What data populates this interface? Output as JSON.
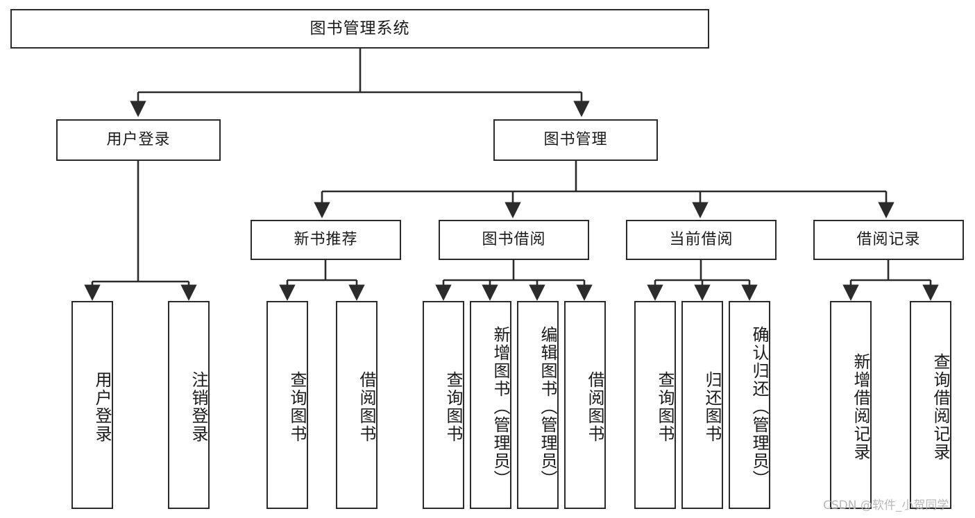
{
  "diagram": {
    "title": "图书管理系统",
    "type": "tree-hierarchy",
    "watermark": "CSDN @软件_小贺同学",
    "colors": {
      "box_border": "#2b2b2b",
      "box_fill": "#ffffff",
      "edge": "#2b2b2b",
      "text": "#1a1a1a",
      "watermark": "#b9b9b9",
      "background": "#ffffff"
    }
  },
  "nodes": {
    "root": {
      "label": "图书管理系统"
    },
    "level2": [
      {
        "label": "用户登录"
      },
      {
        "label": "图书管理"
      }
    ],
    "level3": [
      {
        "label": "新书推荐"
      },
      {
        "label": "图书借阅"
      },
      {
        "label": "当前借阅"
      },
      {
        "label": "借阅记录"
      }
    ],
    "leaves": {
      "user_login": [
        {
          "label": "用户登录"
        },
        {
          "label": "注销登录"
        }
      ],
      "new_book_recommend": [
        {
          "label": "查询图书"
        },
        {
          "label": "借阅图书"
        }
      ],
      "book_borrow": [
        {
          "label": "查询图书"
        },
        {
          "label": "新增图书（管理员）"
        },
        {
          "label": "编辑图书（管理员）"
        },
        {
          "label": "借阅图书"
        }
      ],
      "current_borrow": [
        {
          "label": "查询图书"
        },
        {
          "label": "归还图书"
        },
        {
          "label": "确认归还（管理员）"
        }
      ],
      "borrow_record": [
        {
          "label": "新增借阅记录"
        },
        {
          "label": "查询借阅记录"
        }
      ]
    }
  }
}
